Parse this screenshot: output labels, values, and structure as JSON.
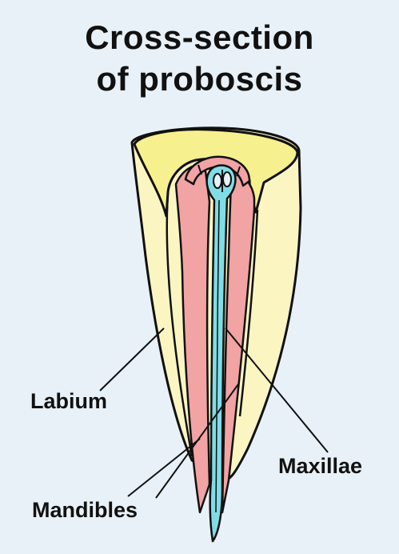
{
  "title": {
    "line1": "Cross-section",
    "line2": "of proboscis"
  },
  "labels": {
    "labium": "Labium",
    "maxillae": "Maxillae",
    "mandibles": "Mandibles"
  },
  "colors": {
    "background": "#e8f1f7",
    "labium_fill": "#fbf5c2",
    "labium_inner": "#f7f08e",
    "mandible_fill": "#f2a3a3",
    "maxilla_fill": "#7fdde6",
    "outline": "#111111"
  }
}
